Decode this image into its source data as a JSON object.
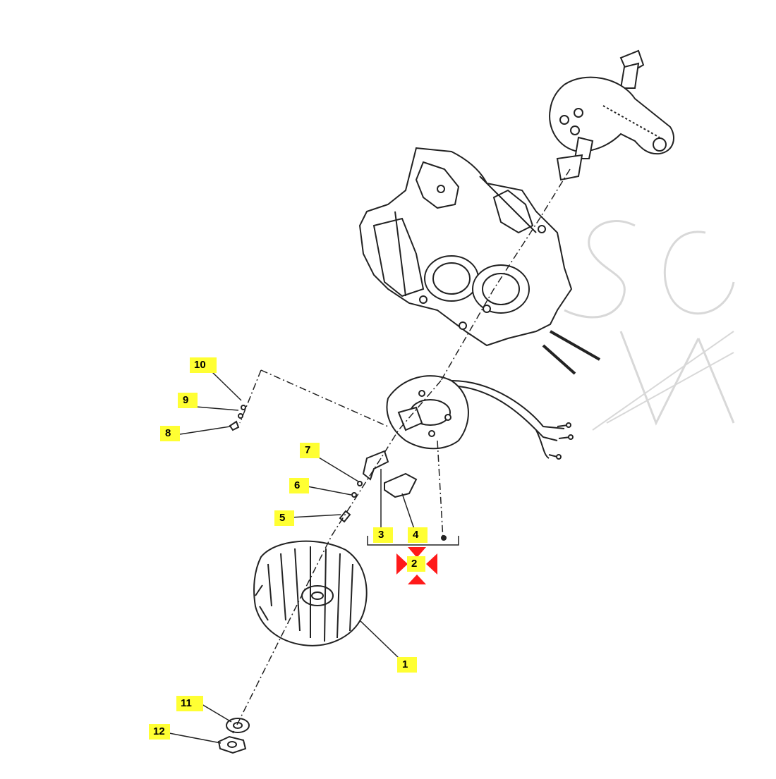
{
  "diagram": {
    "title": "",
    "highlight_color": "#ffff33",
    "marker_color": "#ff1a1a",
    "line_color": "#222222",
    "watermark_color": "#d8d8d8"
  },
  "parts": [
    {
      "id": "p1",
      "label": "1"
    },
    {
      "id": "p2",
      "label": "2"
    },
    {
      "id": "p3",
      "label": "3"
    },
    {
      "id": "p4",
      "label": "4"
    },
    {
      "id": "p5",
      "label": "5"
    },
    {
      "id": "p6",
      "label": "6"
    },
    {
      "id": "p7",
      "label": "7"
    },
    {
      "id": "p8",
      "label": "8"
    },
    {
      "id": "p9",
      "label": "9"
    },
    {
      "id": "p10",
      "label": "10"
    },
    {
      "id": "p11",
      "label": "11"
    },
    {
      "id": "p12",
      "label": "12"
    }
  ]
}
